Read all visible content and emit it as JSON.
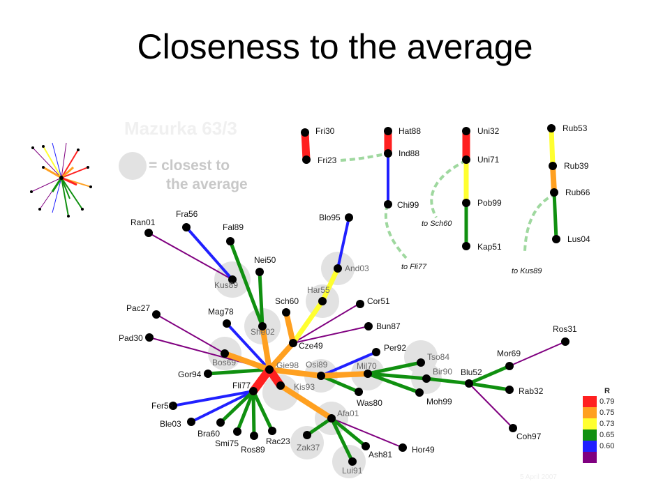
{
  "title": "Closeness to the average",
  "watermark": "Mazurka 63/3",
  "caption_line1": "= closest to",
  "caption_line2": "the average",
  "date": "5 April 2007",
  "legend": {
    "title": "R",
    "items": [
      {
        "value": "0.79",
        "color": "#ff2020"
      },
      {
        "value": "0.75",
        "color": "#ffa020"
      },
      {
        "value": "0.73",
        "color": "#ffff30"
      },
      {
        "value": "0.65",
        "color": "#109010"
      },
      {
        "value": "0.60",
        "color": "#2020ff"
      },
      {
        "value": "",
        "color": "#800080"
      }
    ]
  },
  "colors": {
    "R79": "#ff2020",
    "R75": "#ffa020",
    "R73": "#ffff30",
    "R65": "#109010",
    "R60": "#2020ff",
    "Rlow": "#800080",
    "link": "#9fd89f"
  },
  "labels": {
    "Ran01": "Ran01",
    "Fra56": "Fra56",
    "Fal89": "Fal89",
    "Nei50": "Nei50",
    "Kus89": "Kus89",
    "Blo95": "Blo95",
    "And03": "And03",
    "Har55": "Har55",
    "Cor51": "Cor51",
    "Sch60": "Sch60",
    "Bun87": "Bun87",
    "Pac27": "Pac27",
    "Mag78": "Mag78",
    "She02": "She02",
    "Pad30": "Pad30",
    "Cze49": "Cze49",
    "Per92": "Per92",
    "Bos69": "Bos69",
    "Tso84": "Tso84",
    "Gie98": "Gie98",
    "Osi89": "Osi89",
    "Mil70": "Mil70",
    "Gor94": "Gor94",
    "Bir90": "Bir90",
    "Blu52": "Blu52",
    "Fli77": "Fli77",
    "Kis93": "Kis93",
    "Moh99": "Moh99",
    "Was80": "Was80",
    "Fer58": "Fer58",
    "Afa01": "Afa01",
    "Ble03": "Ble03",
    "Bra60": "Bra60",
    "Smi75": "Smi75",
    "Ros89": "Ros89",
    "Rac23": "Rac23",
    "Zak37": "Zak37",
    "Ash81": "Ash81",
    "Hor49": "Hor49",
    "Lui91": "Lui91",
    "Ros31": "Ros31",
    "Mor69": "Mor69",
    "Rab32": "Rab32",
    "Coh97": "Coh97",
    "Fri30": "Fri30",
    "Fri23": "Fri23",
    "Hat88": "Hat88",
    "Ind88": "Ind88",
    "Chi99": "Chi99",
    "Uni32": "Uni32",
    "Uni71": "Uni71",
    "Pob99": "Pob99",
    "Kap51": "Kap51",
    "Rub53": "Rub53",
    "Rub39": "Rub39",
    "Rub66": "Rub66",
    "Lus04": "Lus04"
  },
  "notes": {
    "to_sch60": "to Sch60",
    "to_fli77": "to Fli77",
    "to_kus89": "to Kus89"
  }
}
